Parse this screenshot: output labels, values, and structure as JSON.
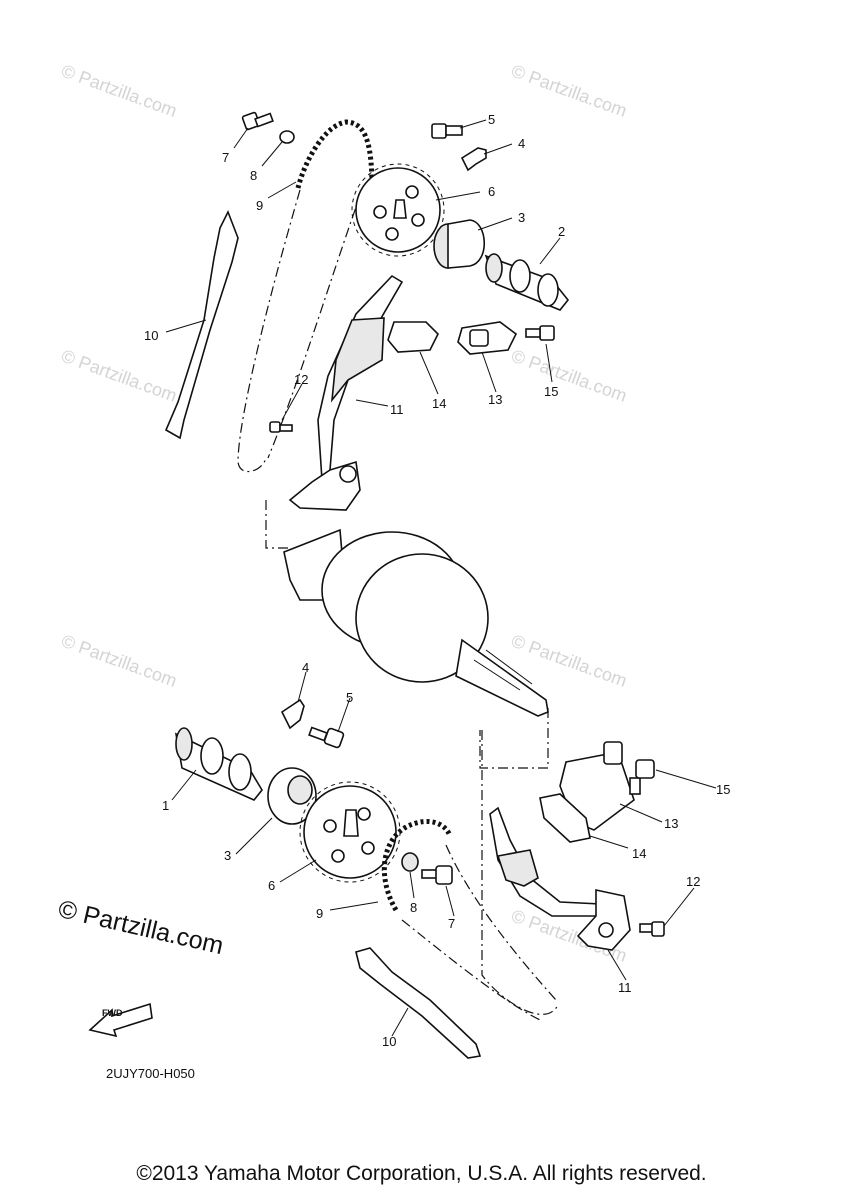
{
  "watermark_text": "© Partzilla.com",
  "brand_watermark": "© Partzilla.com",
  "diagram_code": "2UJY700-H050",
  "fwd_label": "FWD",
  "copyright": "©2013 Yamaha Motor Corporation, U.S.A. All rights reserved.",
  "callouts": {
    "top": [
      "7",
      "8",
      "9",
      "5",
      "4",
      "6",
      "3",
      "2",
      "10",
      "12",
      "11",
      "14",
      "13",
      "15"
    ],
    "bottom": [
      "4",
      "5",
      "1",
      "3",
      "6",
      "9",
      "8",
      "7",
      "15",
      "13",
      "14",
      "12",
      "11",
      "10"
    ]
  }
}
